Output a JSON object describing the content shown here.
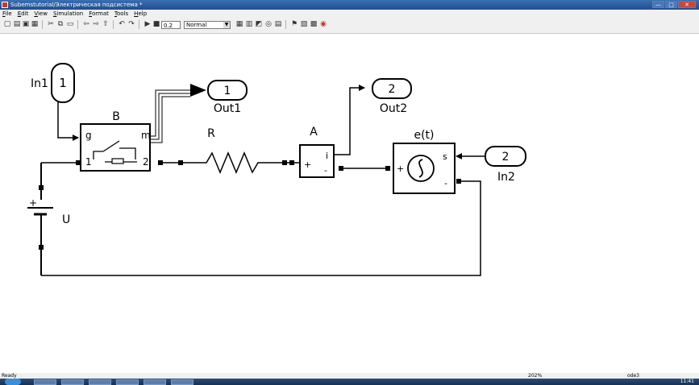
{
  "window": {
    "title": "Subemstutorial/Электрическая подсистема *",
    "buttons": {
      "minimize": "—",
      "maximize": "□",
      "close": "✕"
    }
  },
  "menu": [
    "File",
    "Edit",
    "View",
    "Simulation",
    "Format",
    "Tools",
    "Help"
  ],
  "toolbar": {
    "stop_time": "0.2",
    "sim_mode": "Normal",
    "icons": [
      "new-icon",
      "open-icon",
      "save-icon",
      "print-icon",
      "cut-icon",
      "copy-icon",
      "paste-icon",
      "back-icon",
      "forward-icon",
      "up-icon",
      "undo-icon",
      "redo-icon",
      "start-icon",
      "stop-icon",
      "library-icon",
      "model-explorer-icon",
      "debug-icon",
      "browser-icon",
      "build-icon",
      "config-icon",
      "signal-icon",
      "record-icon"
    ]
  },
  "diagram": {
    "in1": {
      "number": "1",
      "label": "In1"
    },
    "out1": {
      "number": "1",
      "label": "Out1"
    },
    "out2": {
      "number": "2",
      "label": "Out2"
    },
    "in2": {
      "number": "2",
      "label": "In2"
    },
    "breaker": {
      "name": "B",
      "port_g": "g",
      "port_m": "m",
      "port_1": "1",
      "port_2": "2"
    },
    "resistor": {
      "name": "R"
    },
    "ammeter": {
      "name": "A",
      "port_plus": "+",
      "port_i": "i",
      "port_minus": "-"
    },
    "source": {
      "name": "e(t)",
      "port_s": "s",
      "port_plus": "+",
      "port_minus": "-"
    },
    "battery": {
      "name": "U",
      "plus": "+"
    }
  },
  "status": {
    "left": "Ready",
    "zoom": "202%",
    "solver": "ode3"
  },
  "taskbar": {
    "clock": "11:41"
  }
}
